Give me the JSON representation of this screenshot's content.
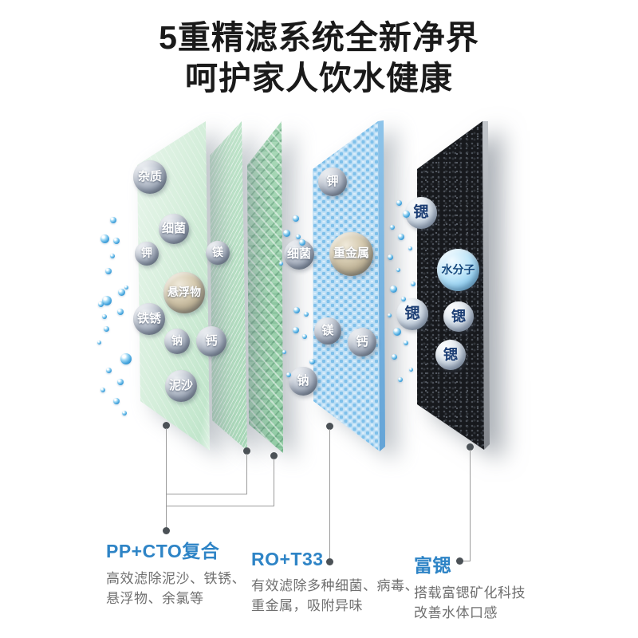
{
  "title": {
    "line1": "5重精滤系统全新净界",
    "line2": "呵护家人饮水健康"
  },
  "bubbles": [
    {
      "label": "杂质"
    },
    {
      "label": "细菌"
    },
    {
      "label": "钾"
    },
    {
      "label": "悬浮物"
    },
    {
      "label": "铁锈"
    },
    {
      "label": "钠"
    },
    {
      "label": "钙"
    },
    {
      "label": "泥沙"
    },
    {
      "label": "镁"
    },
    {
      "label": "钾"
    },
    {
      "label": "细菌"
    },
    {
      "label": "重金属"
    },
    {
      "label": "镁"
    },
    {
      "label": "钙"
    },
    {
      "label": "钠"
    },
    {
      "label": "锶"
    },
    {
      "label": "水分子"
    },
    {
      "label": "锶"
    },
    {
      "label": "锶"
    },
    {
      "label": "锶"
    }
  ],
  "stages": [
    {
      "heading": "PP+CTO复合",
      "desc_line1": "高效滤除泥沙、铁锈、",
      "desc_line2": "悬浮物、余氯等"
    },
    {
      "heading": "RO+T33",
      "desc_line1": "有效滤除多种细菌、病毒、",
      "desc_line2": "重金属，吸附异味"
    },
    {
      "heading": "富锶",
      "desc_line1": "搭载富锶矿化科技",
      "desc_line2": "改善水体口感"
    }
  ],
  "colors": {
    "accent_blue": "#2E84C6",
    "desc_gray": "#6F6F6F",
    "title_black": "#1A1A1A",
    "strontium_text_navy": "#1C3E74",
    "droplet_blue": "#2F8FD0",
    "leader_line_gray": "#9B9B9B",
    "panel_green_front": "#D5EEDB",
    "panel_green_mid": "#B5DFC2",
    "panel_green_weave": "#A0D5B0",
    "panel_blue": "#DDEFFB",
    "panel_black": "#17191D"
  }
}
